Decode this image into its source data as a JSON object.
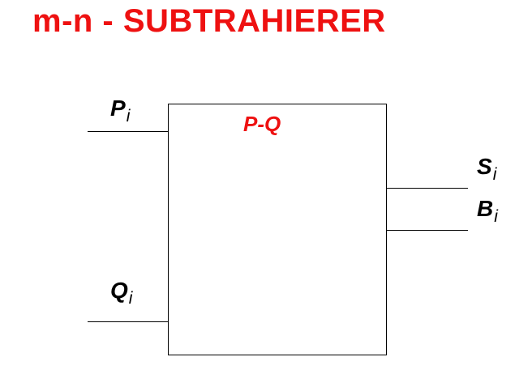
{
  "title": "m-n - SUBTRAHIERER",
  "block": {
    "operation": "P-Q"
  },
  "inputs": [
    {
      "symbol": "P",
      "index": "i"
    },
    {
      "symbol": "Q",
      "index": "i"
    }
  ],
  "outputs": [
    {
      "symbol": "S",
      "index": "i"
    },
    {
      "symbol": "B",
      "index": "i"
    }
  ],
  "colors": {
    "accent": "#ee1111",
    "line": "#000000",
    "background": "#ffffff"
  }
}
